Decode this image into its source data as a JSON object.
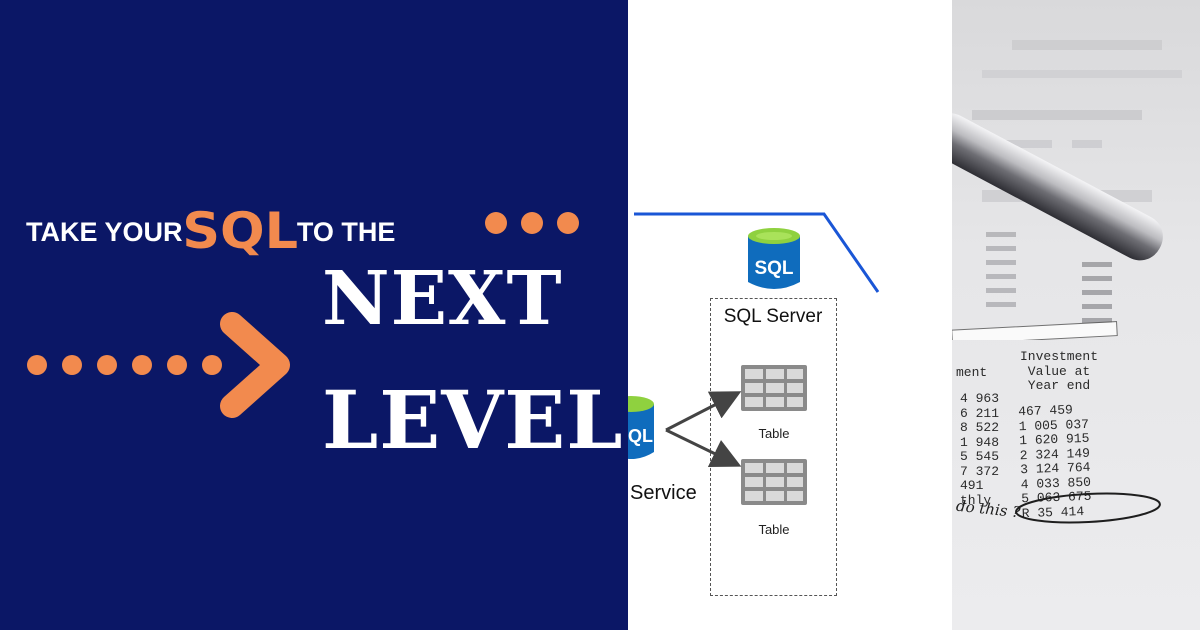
{
  "headline": {
    "take_your": "TAKE YOUR",
    "sql": "SQL",
    "to_the": "TO THE",
    "next": "NEXT",
    "level": "LEVEL"
  },
  "diagram": {
    "server_label": "SQL Server",
    "db_icon_label": "SQL",
    "table_label_1": "Table",
    "table_label_2": "Table",
    "service_label": "Service",
    "service_db_label": "QL"
  },
  "photo": {
    "header": "Investment\nValue at\nYear end",
    "left_col_header": "ment",
    "left_values": "4 963\n6 211\n8 522\n1 948\n5 545\n7 372\n491\nthly",
    "right_values": "467 459\n1 005 037\n1 620 915\n2 324 149\n3 124 764\n4 033 850\n5 063 675\nR 35 414",
    "handwriting": "do this ?"
  },
  "colors": {
    "navy": "#0b1766",
    "orange": "#f28a4e",
    "azure": "#0f6cbd",
    "line_blue": "#1a56d6"
  }
}
